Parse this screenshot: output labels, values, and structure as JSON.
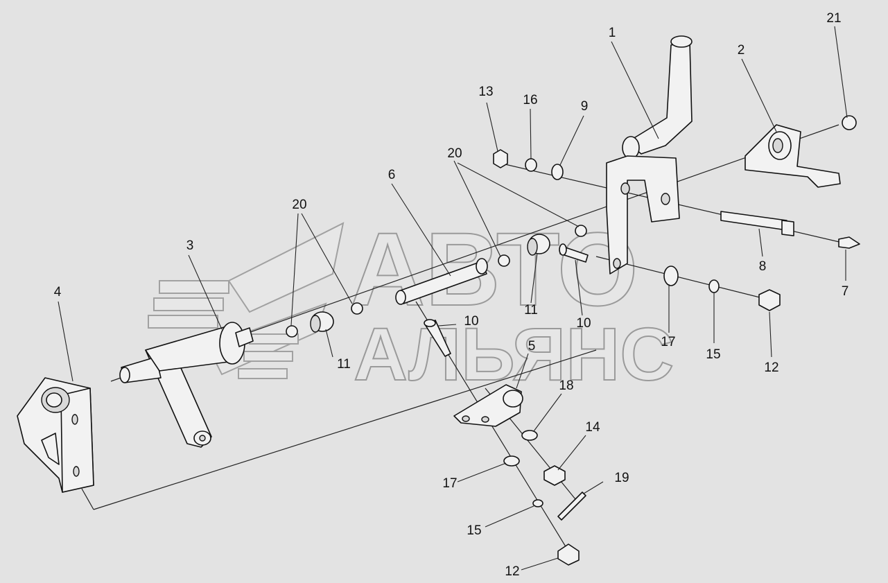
{
  "watermark": {
    "line1": "АВТО",
    "line2": "АЛЬЯНС"
  },
  "callouts": [
    {
      "id": "c1",
      "text": "1"
    },
    {
      "id": "c2",
      "text": "2"
    },
    {
      "id": "c3",
      "text": "3"
    },
    {
      "id": "c4",
      "text": "4"
    },
    {
      "id": "c5",
      "text": "5"
    },
    {
      "id": "c6",
      "text": "6"
    },
    {
      "id": "c7",
      "text": "7"
    },
    {
      "id": "c8",
      "text": "8"
    },
    {
      "id": "c9",
      "text": "9"
    },
    {
      "id": "c10a",
      "text": "10"
    },
    {
      "id": "c10b",
      "text": "10"
    },
    {
      "id": "c11a",
      "text": "11"
    },
    {
      "id": "c11b",
      "text": "11"
    },
    {
      "id": "c12a",
      "text": "12"
    },
    {
      "id": "c12b",
      "text": "12"
    },
    {
      "id": "c13",
      "text": "13"
    },
    {
      "id": "c14",
      "text": "14"
    },
    {
      "id": "c15a",
      "text": "15"
    },
    {
      "id": "c15b",
      "text": "15"
    },
    {
      "id": "c16",
      "text": "16"
    },
    {
      "id": "c17a",
      "text": "17"
    },
    {
      "id": "c17b",
      "text": "17"
    },
    {
      "id": "c18",
      "text": "18"
    },
    {
      "id": "c19",
      "text": "19"
    },
    {
      "id": "c20a",
      "text": "20"
    },
    {
      "id": "c20b",
      "text": "20"
    },
    {
      "id": "c21",
      "text": "21"
    }
  ]
}
